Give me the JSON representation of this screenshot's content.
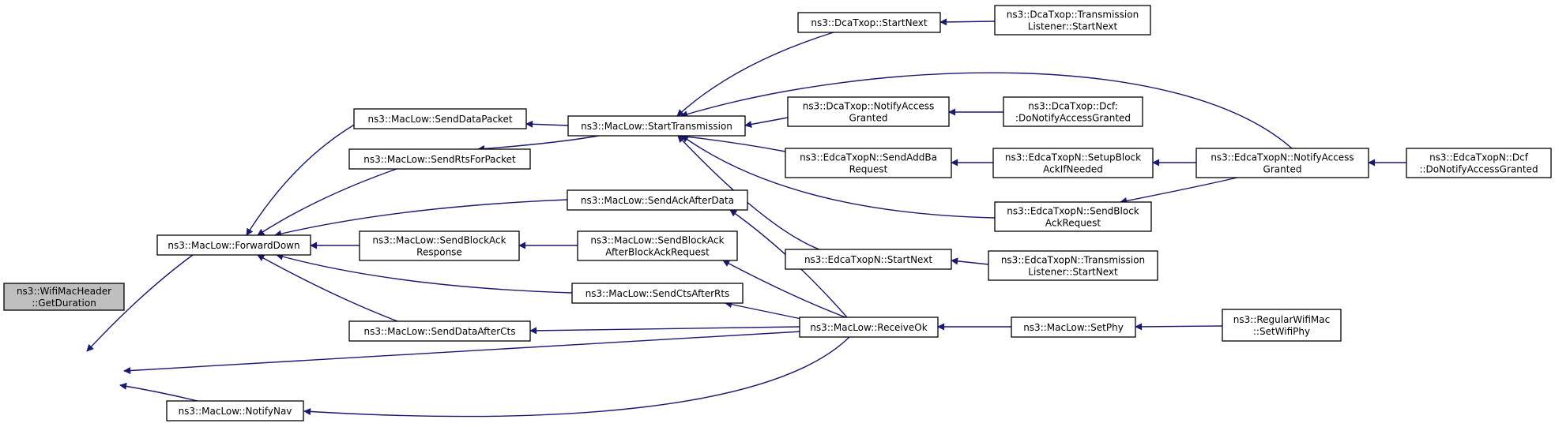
{
  "graph": {
    "edge_color": "#191970",
    "node_fill": "#ffffff",
    "root_fill": "#bfbfbf",
    "nodes": [
      {
        "id": "root",
        "lines": [
          "ns3::WifiMacHeader",
          "::GetDuration"
        ],
        "root": true
      },
      {
        "id": "forwarddown",
        "lines": [
          "ns3::MacLow::ForwardDown"
        ]
      },
      {
        "id": "notifynav",
        "lines": [
          "ns3::MacLow::NotifyNav"
        ]
      },
      {
        "id": "senddatapacket",
        "lines": [
          "ns3::MacLow::SendDataPacket"
        ]
      },
      {
        "id": "sendrtsforpacket",
        "lines": [
          "ns3::MacLow::SendRtsForPacket"
        ]
      },
      {
        "id": "sendblockackresponse",
        "lines": [
          "ns3::MacLow::SendBlockAck",
          "Response"
        ]
      },
      {
        "id": "senddataaftercts",
        "lines": [
          "ns3::MacLow::SendDataAfterCts"
        ]
      },
      {
        "id": "starttransmission",
        "lines": [
          "ns3::MacLow::StartTransmission"
        ]
      },
      {
        "id": "sendackafterdata",
        "lines": [
          "ns3::MacLow::SendAckAfterData"
        ]
      },
      {
        "id": "sendblockackafterbar",
        "lines": [
          "ns3::MacLow::SendBlockAck",
          "AfterBlockAckRequest"
        ]
      },
      {
        "id": "sendctsafterrts",
        "lines": [
          "ns3::MacLow::SendCtsAfterRts"
        ]
      },
      {
        "id": "dcastartnext",
        "lines": [
          "ns3::DcaTxop::StartNext"
        ]
      },
      {
        "id": "dcanotifyaccess",
        "lines": [
          "ns3::DcaTxop::NotifyAccess",
          "Granted"
        ]
      },
      {
        "id": "edcasendaddba",
        "lines": [
          "ns3::EdcaTxopN::SendAddBa",
          "Request"
        ]
      },
      {
        "id": "edcastartnext",
        "lines": [
          "ns3::EdcaTxopN::StartNext"
        ]
      },
      {
        "id": "receiveok",
        "lines": [
          "ns3::MacLow::ReceiveOk"
        ]
      },
      {
        "id": "dcatlstartnext",
        "lines": [
          "ns3::DcaTxop::Transmission",
          "Listener::StartNext"
        ]
      },
      {
        "id": "dcadcfnotify",
        "lines": [
          "ns3::DcaTxop::Dcf:",
          ":DoNotifyAccessGranted"
        ]
      },
      {
        "id": "edcasetupblock",
        "lines": [
          "ns3::EdcaTxopN::SetupBlock",
          "AckIfNeeded"
        ]
      },
      {
        "id": "edcasendblockack",
        "lines": [
          "ns3::EdcaTxopN::SendBlock",
          "AckRequest"
        ]
      },
      {
        "id": "edcatlstartnext",
        "lines": [
          "ns3::EdcaTxopN::Transmission",
          "Listener::StartNext"
        ]
      },
      {
        "id": "setphy",
        "lines": [
          "ns3::MacLow::SetPhy"
        ]
      },
      {
        "id": "edcanotifyaccess",
        "lines": [
          "ns3::EdcaTxopN::NotifyAccess",
          "Granted"
        ]
      },
      {
        "id": "regularsetwifiphy",
        "lines": [
          "ns3::RegularWifiMac",
          "::SetWifiPhy"
        ]
      },
      {
        "id": "edcadcfnotify",
        "lines": [
          "ns3::EdcaTxopN::Dcf",
          "::DoNotifyAccessGranted"
        ]
      }
    ],
    "edges": [
      {
        "from": "forwarddown",
        "to": "root"
      },
      {
        "from": "notifynav",
        "to": "root"
      },
      {
        "from": "receiveok",
        "to": "root"
      },
      {
        "from": "senddatapacket",
        "to": "forwarddown"
      },
      {
        "from": "sendrtsforpacket",
        "to": "forwarddown"
      },
      {
        "from": "sendackafterdata",
        "to": "forwarddown"
      },
      {
        "from": "sendblockackresponse",
        "to": "forwarddown"
      },
      {
        "from": "sendctsafterrts",
        "to": "forwarddown"
      },
      {
        "from": "senddataaftercts",
        "to": "forwarddown"
      },
      {
        "from": "receiveok",
        "to": "notifynav"
      },
      {
        "from": "starttransmission",
        "to": "senddatapacket"
      },
      {
        "from": "starttransmission",
        "to": "sendrtsforpacket"
      },
      {
        "from": "dcastartnext",
        "to": "starttransmission"
      },
      {
        "from": "edcanotifyaccess",
        "to": "starttransmission"
      },
      {
        "from": "dcanotifyaccess",
        "to": "starttransmission"
      },
      {
        "from": "edcasendaddba",
        "to": "starttransmission"
      },
      {
        "from": "edcasendblockack",
        "to": "starttransmission"
      },
      {
        "from": "edcastartnext",
        "to": "starttransmission"
      },
      {
        "from": "sendblockackafterbar",
        "to": "sendblockackresponse"
      },
      {
        "from": "receiveok",
        "to": "sendackafterdata"
      },
      {
        "from": "receiveok",
        "to": "sendblockackafterbar"
      },
      {
        "from": "receiveok",
        "to": "sendctsafterrts"
      },
      {
        "from": "receiveok",
        "to": "senddataaftercts"
      },
      {
        "from": "dcatlstartnext",
        "to": "dcastartnext"
      },
      {
        "from": "dcadcfnotify",
        "to": "dcanotifyaccess"
      },
      {
        "from": "edcasetupblock",
        "to": "edcasendaddba"
      },
      {
        "from": "edcatlstartnext",
        "to": "edcastartnext"
      },
      {
        "from": "setphy",
        "to": "receiveok"
      },
      {
        "from": "edcanotifyaccess",
        "to": "edcasetupblock"
      },
      {
        "from": "edcanotifyaccess",
        "to": "edcasendblockack"
      },
      {
        "from": "regularsetwifiphy",
        "to": "setphy"
      },
      {
        "from": "edcadcfnotify",
        "to": "edcanotifyaccess"
      }
    ]
  }
}
